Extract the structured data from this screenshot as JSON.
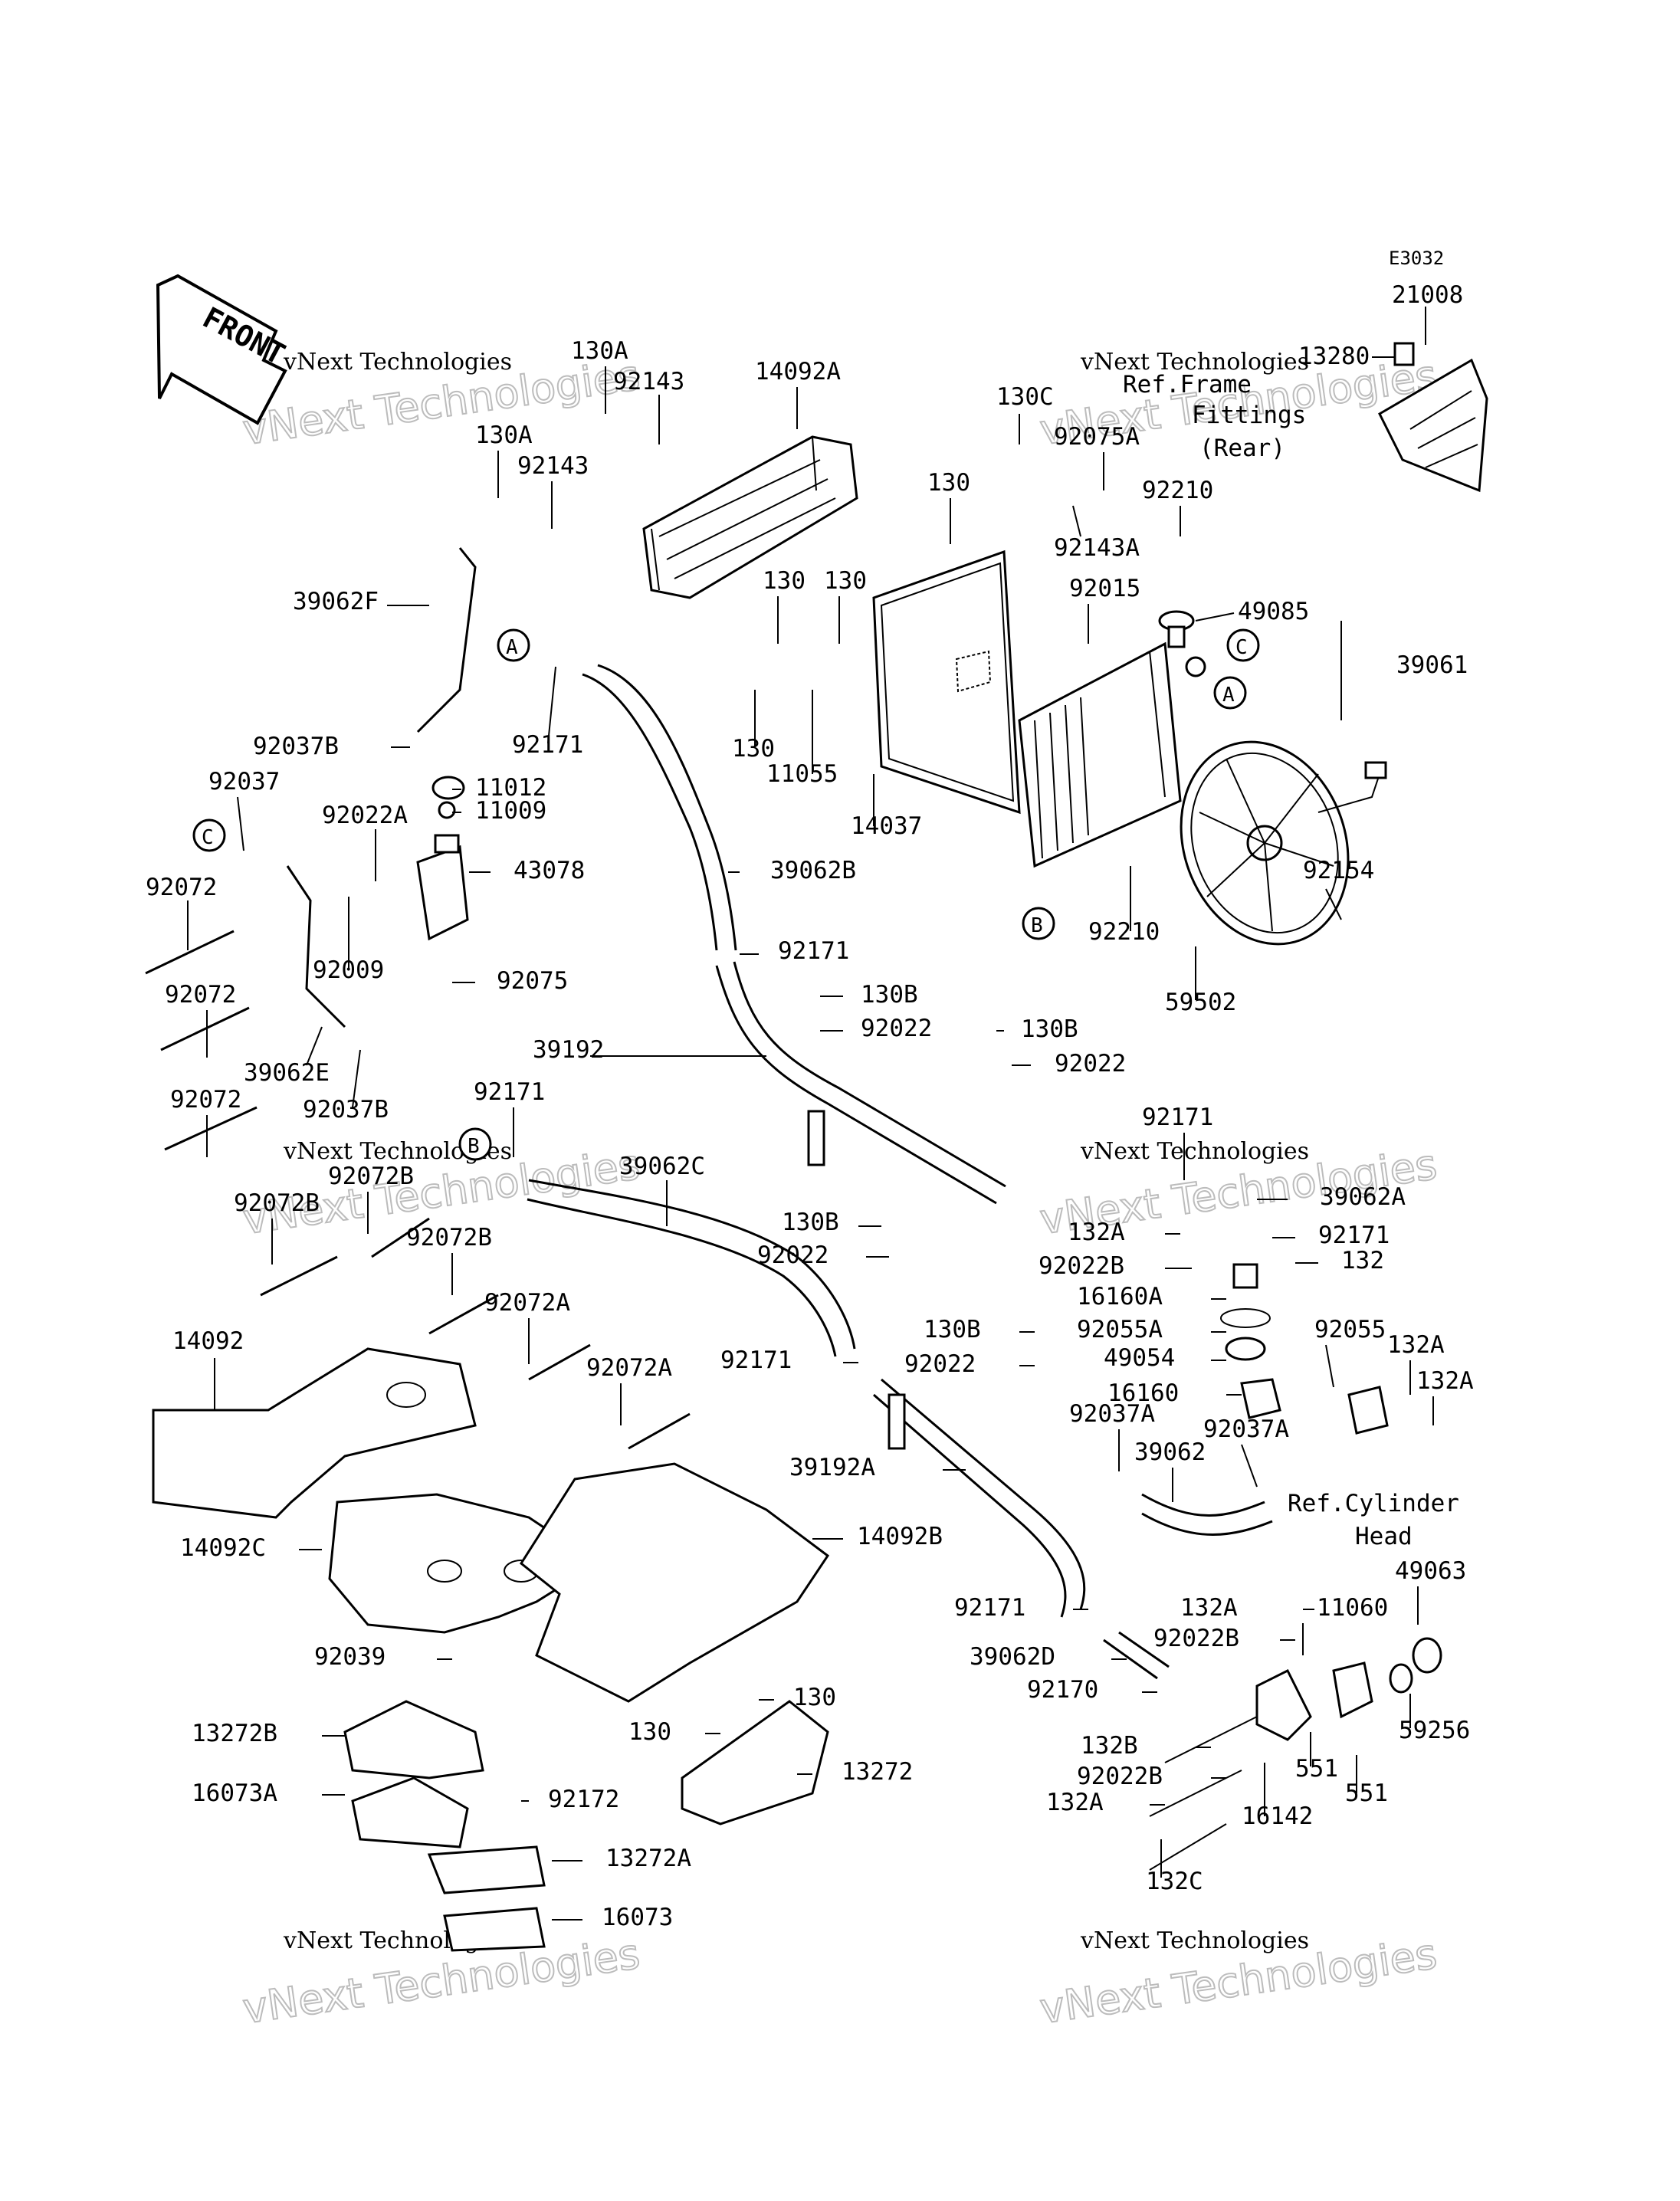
{
  "diagram": {
    "code": "E3032",
    "front_label": "FRONT",
    "watermarks": [
      {
        "small": "vNext Technologies",
        "large": "vNext Technologies"
      },
      {
        "small": "vNext Technologies",
        "large": "vNext Technologies"
      },
      {
        "small": "vNext Technologies",
        "large": "vNext Technologies"
      },
      {
        "small": "vNext Technologies",
        "large": "vNext Technologies"
      },
      {
        "small": "vNext Technologies",
        "large": "vNext Technologies"
      },
      {
        "small": "vNext Technologies",
        "large": "vNext Technologies"
      }
    ],
    "reference_labels": {
      "ref_frame_fittings": [
        "Ref.Frame",
        "Fittings",
        "(Rear)"
      ],
      "ref_cylinder_head": [
        "Ref.Cylinder",
        "Head"
      ]
    },
    "circle_markers": [
      "A",
      "A",
      "B",
      "B",
      "C",
      "C"
    ],
    "part_numbers": [
      "21008",
      "13280",
      "130A",
      "92143",
      "14092A",
      "130C",
      "92075A",
      "130A",
      "92143",
      "130",
      "92143A",
      "92210",
      "130",
      "130",
      "92015",
      "49085",
      "39061",
      "39062F",
      "92171",
      "130",
      "11055",
      "14037",
      "92037B",
      "11012",
      "92037",
      "92022A",
      "11009",
      "43078",
      "39062B",
      "92154",
      "92072",
      "92009",
      "92210",
      "92075",
      "92171",
      "59502",
      "92072",
      "130B",
      "39192",
      "92022",
      "130B",
      "39062E",
      "92037B",
      "92022",
      "92072",
      "92171",
      "92171",
      "39062C",
      "39062A",
      "92072B",
      "92072B",
      "130B",
      "132A",
      "92171",
      "92022",
      "92022B",
      "132",
      "92072B",
      "16160A",
      "92072A",
      "92055A",
      "92055",
      "130B",
      "49054",
      "132A",
      "14092",
      "92171",
      "92022",
      "92072A",
      "16160",
      "132A",
      "92037A",
      "92037A",
      "39062",
      "39192A",
      "Ref.Cylinder",
      "14092C",
      "14092B",
      "49063",
      "92171",
      "132A",
      "11060",
      "92022B",
      "92039",
      "39062D",
      "92170",
      "59256",
      "130",
      "13272B",
      "130",
      "13272",
      "132B",
      "551",
      "92022B",
      "16073A",
      "92172",
      "551",
      "132A",
      "16142",
      "13272A",
      "132C",
      "16073"
    ]
  }
}
